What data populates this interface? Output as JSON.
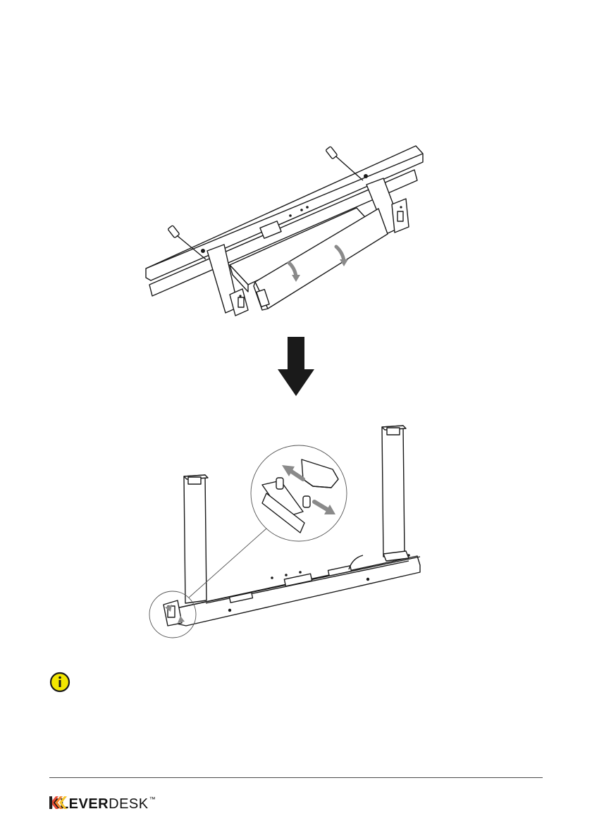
{
  "brand": {
    "name_bold": "KLEVER",
    "name_light": "DESK",
    "trademark": "™",
    "colors": {
      "orange": "#f0822c",
      "yellow": "#f5c42a",
      "red": "#e84a35",
      "dark": "#231f20"
    }
  },
  "info": {
    "icon": "info-icon",
    "color": "#f2e600"
  },
  "figure_top": {
    "icon": "rotate-arrow-icon",
    "description_arrows": 2
  },
  "figure_bottom": {
    "icon": "slide-arrow-icon",
    "description_arrows": 2
  },
  "transition_arrow": {
    "icon": "down-arrow-icon"
  }
}
